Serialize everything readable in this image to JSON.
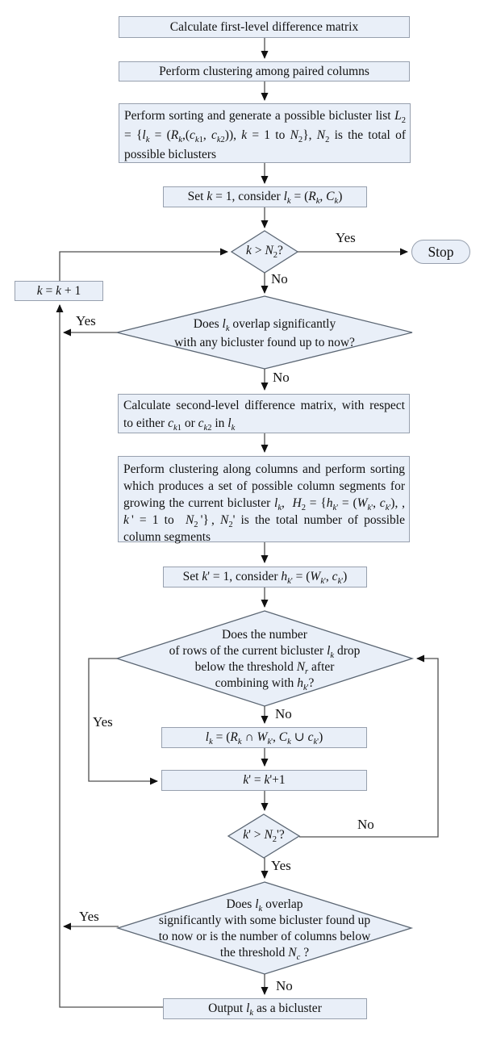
{
  "diagram_type": "flowchart",
  "colors": {
    "node_fill": "#e9eff8",
    "node_border": "#97a0ae",
    "diamond_stroke": "#5b6673",
    "connector_line": "#4f4f4f",
    "arrowhead": "#111111",
    "text": "#111111"
  },
  "nodes": {
    "calc_first_level": {
      "type": "process",
      "html": "Calculate first-level difference matrix"
    },
    "cluster_paired": {
      "type": "process",
      "html": "Perform clustering among paired columns"
    },
    "sort_generate_list": {
      "type": "process",
      "html": "Perform sorting and generate a possible bicluster list <i>L</i><sub>2</sub> = {<i>l<sub>k</sub></i> = (<i>R<sub>k</sub></i>,(<i>c</i><sub><i>k</i>1</sub>, <i>c</i><sub><i>k</i>2</sub>)), <i>k</i> = 1 to <i>N</i><sub>2</sub>}, <i>N</i><sub>2</sub> is the total of possible biclusters"
    },
    "set_k": {
      "type": "process",
      "html": "Set <i>k</i> = 1, consider <i>l<sub>k</sub></i> = (<i>R<sub>k</sub></i>, <i>C<sub>k</sub></i>)"
    },
    "k_gt_n2": {
      "type": "decision",
      "html": "<i>k</i> &gt; <i>N</i><sub>2</sub>?"
    },
    "stop": {
      "type": "terminator",
      "html": "Stop"
    },
    "overlap_any": {
      "type": "decision",
      "html": "Does <i>l<sub>k</sub></i> overlap significantly<br>with any bicluster found up to now?"
    },
    "k_increment": {
      "type": "process",
      "html": "<i>k</i> = <i>k</i> + 1"
    },
    "calc_second_level": {
      "type": "process",
      "html": "Calculate second-level difference matrix, with respect to either <i>c</i><sub><i>k</i>1</sub> or <i>c</i><sub><i>k</i>2</sub> in <i>l<sub>k</sub></i>"
    },
    "cluster_columns": {
      "type": "process",
      "html": "Perform clustering along columns and perform sorting which produces a set of possible column segments for growing the current bicluster <i>l<sub>k</sub></i>,&nbsp; <i>H</i><sub>2</sub> = {<i>h</i><sub><i>k</i>'</sub> = (<i>W</i><sub><i>k</i>'</sub>, <i>c</i><sub><i>k</i>'</sub>), , <i>k</i>&thinsp;' = 1 to &nbsp;<i>N</i><sub>2</sub>&thinsp;'}&thinsp;, <i>N</i><sub>2</sub>' is the total number of possible column segments"
    },
    "set_kprime": {
      "type": "process",
      "html": "Set <i>k</i>' = 1, consider <i>h</i><sub><i>k</i>'</sub> = (<i>W</i><sub><i>k</i>'</sub>, <i>c</i><sub><i>k</i>'</sub>)"
    },
    "rows_drop": {
      "type": "decision",
      "html": "Does the number<br>of rows of the current bicluster <i>l<sub>k</sub></i> drop<br>below the threshold <i>N<sub>r</sub></i> after<br>combining with <i>h</i><sub><i>k</i>'</sub>?"
    },
    "merge_segment": {
      "type": "process",
      "html": "<i>l<sub>k</sub></i> = (<i>R<sub>k</sub></i> &cap; <i>W</i><sub><i>k</i>'</sub>, <i>C<sub>k</sub></i> &cup; <i>c</i><sub><i>k</i>'</sub>)"
    },
    "kprime_increment": {
      "type": "process",
      "html": "<i>k</i>' = <i>k</i>'+1"
    },
    "kprime_gt_n2prime": {
      "type": "decision",
      "html": "<i>k</i>' &gt; <i>N</i><sub>2</sub>'?"
    },
    "overlap_some": {
      "type": "decision",
      "html": "Does <i>l<sub>k</sub></i> overlap<br>significantly with some bicluster found up<br>to now or is the number of columns below<br>the threshold <i>N<sub>c</sub></i> ?"
    },
    "output_bicluster": {
      "type": "process",
      "html": "Output <i>l<sub>k</sub></i> as a bicluster"
    }
  },
  "labels": {
    "k_gt_n2_yes": "Yes",
    "k_gt_n2_no": "No",
    "overlap_any_yes": "Yes",
    "overlap_any_no": "No",
    "rows_drop_yes": "Yes",
    "rows_drop_no": "No",
    "kprime_gt_no": "No",
    "kprime_gt_yes": "Yes",
    "overlap_some_yes": "Yes",
    "overlap_some_no": "No"
  }
}
